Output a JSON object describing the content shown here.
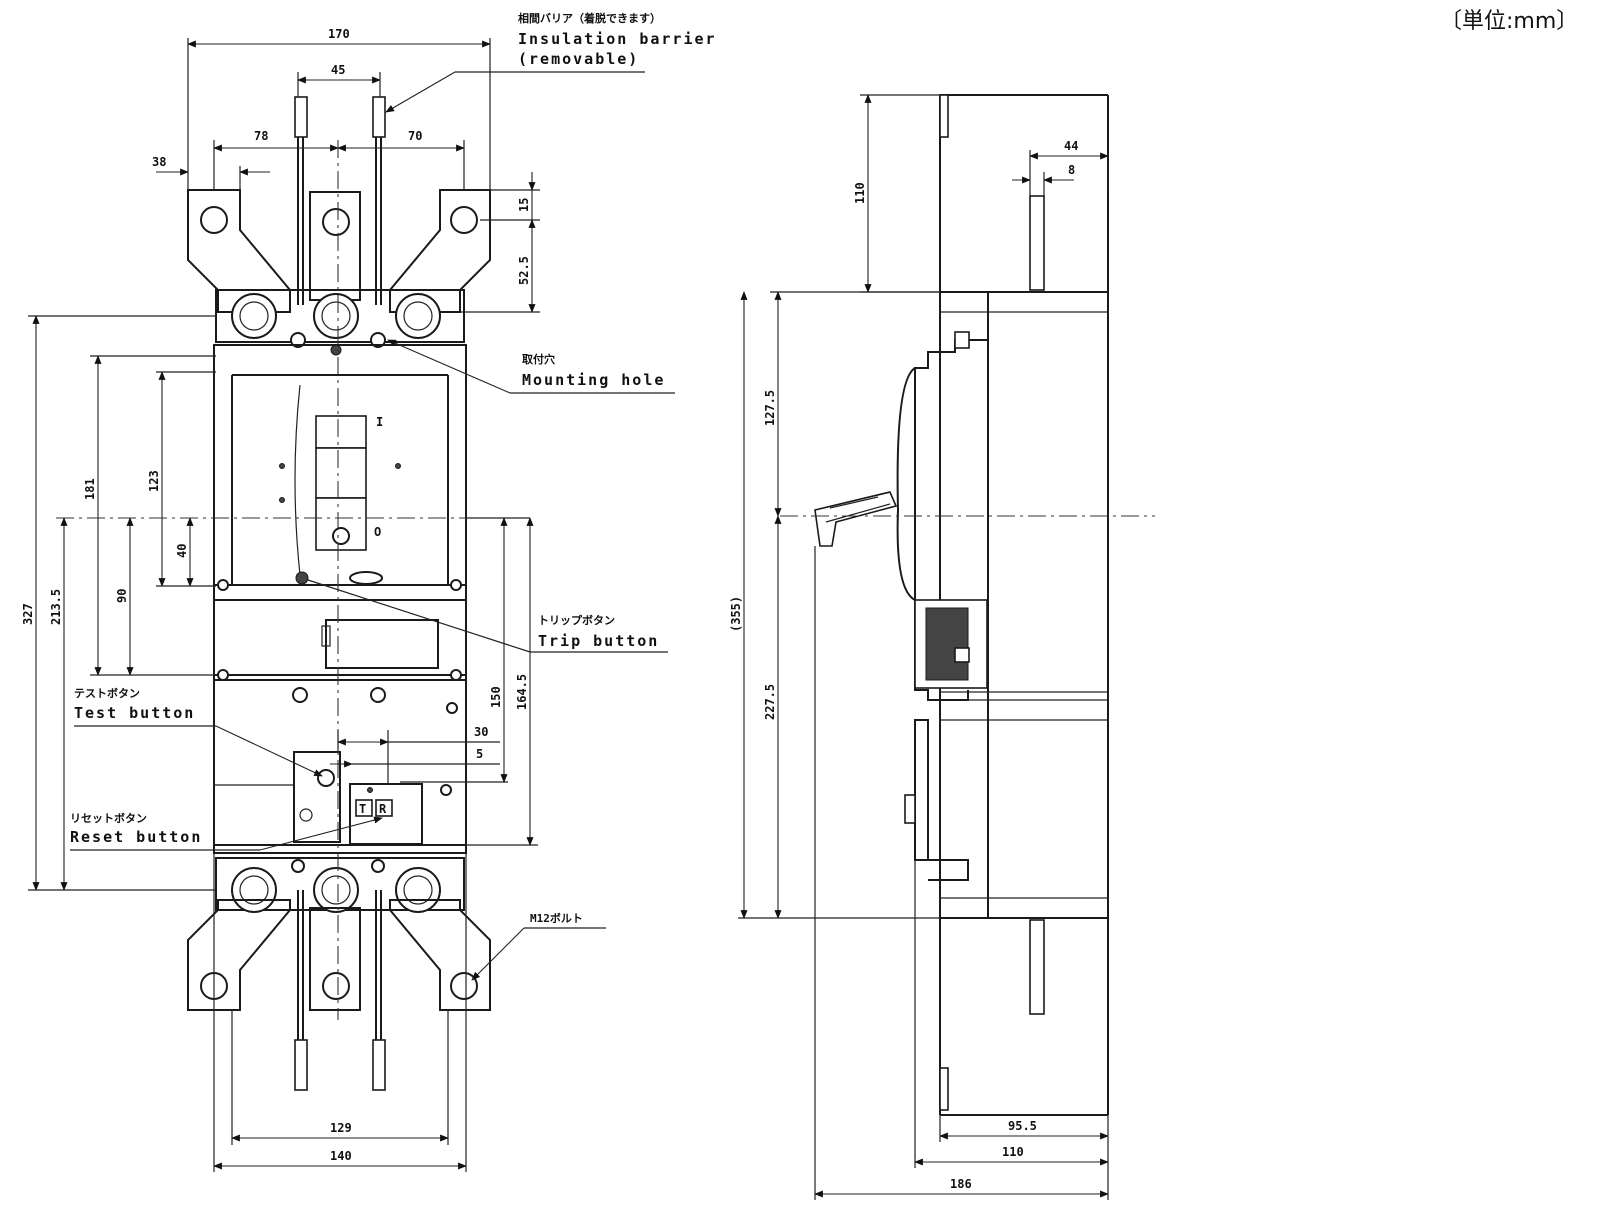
{
  "unit_label": "〔単位:mm〕",
  "front_view": {
    "dimensions": {
      "overall_top_width": "170",
      "barrier_spacing": "45",
      "left_pitch": "78",
      "right_pitch": "70",
      "terminal_width": "38",
      "hole_offset": "15",
      "terminal_depth": "52.5",
      "total_height": "327",
      "terminal_height": "213.5",
      "upper_height": "181",
      "handle_height": "123",
      "handle_offset": "40",
      "center_height": "90",
      "test_offset": "30",
      "test_small": "5",
      "lower_height": "150",
      "lower_total": "164.5",
      "inner_width": "129",
      "body_width": "140"
    },
    "callouts": {
      "barrier_jp": "相間バリア（着脱できます）",
      "barrier_en_1": "Insulation barrier",
      "barrier_en_2": "(removable)",
      "mounting_jp": "取付穴",
      "mounting_en": "Mounting hole",
      "trip_jp": "トリップボタン",
      "trip_en": "Trip button",
      "test_jp": "テストボタン",
      "test_en": "Test button",
      "reset_jp": "リセットボタン",
      "reset_en": "Reset button",
      "bolt": "M12ボルト",
      "handle_on": "I",
      "handle_off": "O",
      "test_key": "T",
      "reset_key": "R"
    }
  },
  "side_view": {
    "dimensions": {
      "top_extension": "110",
      "barrier_width": "44",
      "barrier_small": "8",
      "upper_body": "127.5",
      "overall_height": "(355)",
      "lower_body": "227.5",
      "depth_inner": "95.5",
      "depth_body": "110",
      "depth_total": "186"
    }
  }
}
